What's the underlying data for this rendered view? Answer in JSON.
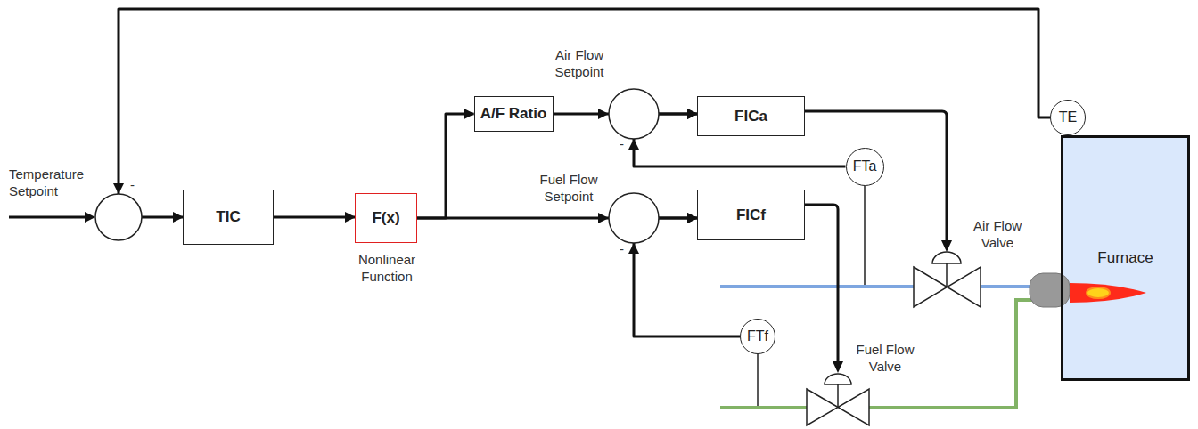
{
  "diagram": {
    "nodes": [
      {
        "text": [
          "TIC"
        ]
      },
      {
        "text": [
          "F(x)"
        ]
      },
      {
        "text": [
          "A/F Ratio"
        ]
      },
      {
        "text": [
          "FICa"
        ]
      },
      {
        "text": [
          "FICf"
        ]
      },
      {
        "text": [
          "FTa"
        ]
      },
      {
        "text": [
          "FTf"
        ]
      },
      {
        "text": [
          "TE"
        ]
      },
      {
        "text": [
          "Furnace"
        ]
      }
    ],
    "edges": [
      {
        "from": 7,
        "to": 0,
        "arrow": "to"
      },
      {
        "from": 0,
        "to": 1,
        "arrow": "to"
      },
      {
        "from": 1,
        "to": 2,
        "arrow": "to"
      },
      {
        "from": 1,
        "to": 4,
        "arrow": "to"
      },
      {
        "from": 2,
        "to": 3,
        "arrow": "to"
      },
      {
        "from": 5,
        "to": 3,
        "arrow": "to"
      },
      {
        "from": 6,
        "to": 4,
        "arrow": "to"
      },
      {
        "from": 7,
        "to": 8,
        "arrow": "none"
      }
    ],
    "labels": [
      "Temperature Setpoint",
      "-",
      "Air Flow Setpoint",
      "-",
      "Fuel Flow Setpoint",
      "-",
      "Nonlinear Function",
      "Air Flow Valve",
      "Fuel Flow Valve"
    ]
  }
}
